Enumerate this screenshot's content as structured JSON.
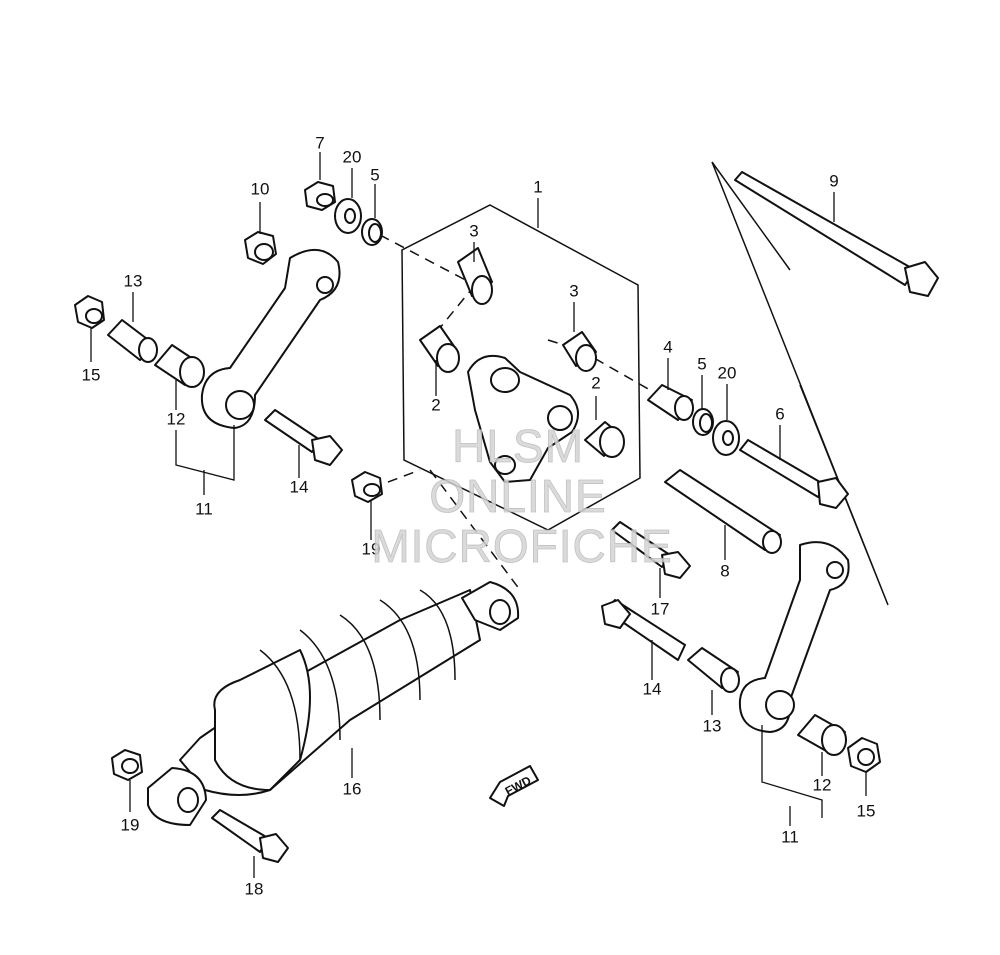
{
  "callouts": [
    {
      "id": "c1",
      "text": "1"
    },
    {
      "id": "c3a",
      "text": "3"
    },
    {
      "id": "c3b",
      "text": "3"
    },
    {
      "id": "c2a",
      "text": "2"
    },
    {
      "id": "c2b",
      "text": "2"
    },
    {
      "id": "c7",
      "text": "7"
    },
    {
      "id": "c20a",
      "text": "20"
    },
    {
      "id": "c5a",
      "text": "5"
    },
    {
      "id": "c10",
      "text": "10"
    },
    {
      "id": "c13a",
      "text": "13"
    },
    {
      "id": "c15a",
      "text": "15"
    },
    {
      "id": "c12a",
      "text": "12"
    },
    {
      "id": "c11a",
      "text": "11"
    },
    {
      "id": "c14a",
      "text": "14"
    },
    {
      "id": "c19a",
      "text": "19"
    },
    {
      "id": "c9",
      "text": "9"
    },
    {
      "id": "c4",
      "text": "4"
    },
    {
      "id": "c5b",
      "text": "5"
    },
    {
      "id": "c20b",
      "text": "20"
    },
    {
      "id": "c6",
      "text": "6"
    },
    {
      "id": "c8",
      "text": "8"
    },
    {
      "id": "c17",
      "text": "17"
    },
    {
      "id": "c14b",
      "text": "14"
    },
    {
      "id": "c13b",
      "text": "13"
    },
    {
      "id": "c12b",
      "text": "12"
    },
    {
      "id": "c15b",
      "text": "15"
    },
    {
      "id": "c11b",
      "text": "11"
    },
    {
      "id": "c16",
      "text": "16"
    },
    {
      "id": "c19b",
      "text": "19"
    },
    {
      "id": "c18",
      "text": "18"
    }
  ],
  "watermark": [
    "HLSM",
    "ONLINE",
    "MICROFICHE"
  ],
  "fwd_label": "FWD",
  "colors": {
    "line": "#111111",
    "background": "#ffffff",
    "watermark": "#d4d4d4"
  }
}
